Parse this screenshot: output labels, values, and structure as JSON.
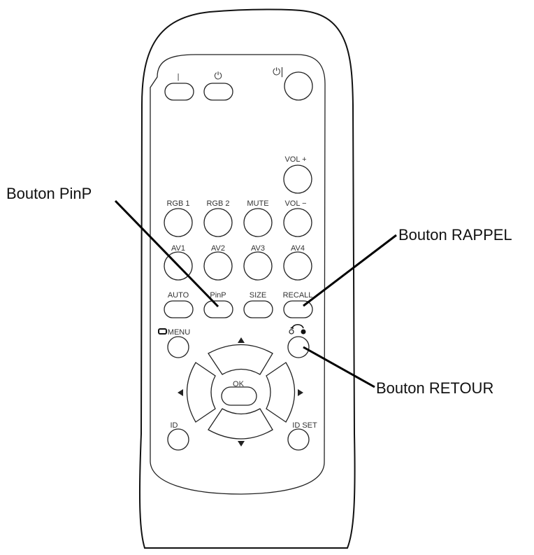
{
  "figure": {
    "description": "Remote control diagram with callouts"
  },
  "remote": {
    "top_buttons": [
      {
        "id": "on",
        "label": "|"
      },
      {
        "id": "standby",
        "label": "⏻"
      },
      {
        "id": "power",
        "label": "⏻|"
      }
    ],
    "volume": {
      "vol_plus": "VOL  +",
      "vol_minus": "VOL  −"
    },
    "row_rgb": [
      "RGB 1",
      "RGB 2",
      "MUTE"
    ],
    "row_av": [
      "AV1",
      "AV2",
      "AV3",
      "AV4"
    ],
    "row_func": [
      "AUTO",
      "PinP",
      "SIZE",
      "RECALL"
    ],
    "menu_label": "MENU",
    "return_symbol": "return",
    "ok_label": "OK",
    "id_label": "ID",
    "id_set_label": "ID SET",
    "arrows": {
      "up": "▲",
      "down": "▼",
      "left": "◀",
      "right": "▶"
    }
  },
  "callouts": {
    "pinp": "Bouton PinP",
    "recall": "Bouton RAPPEL",
    "return": "Bouton RETOUR"
  }
}
